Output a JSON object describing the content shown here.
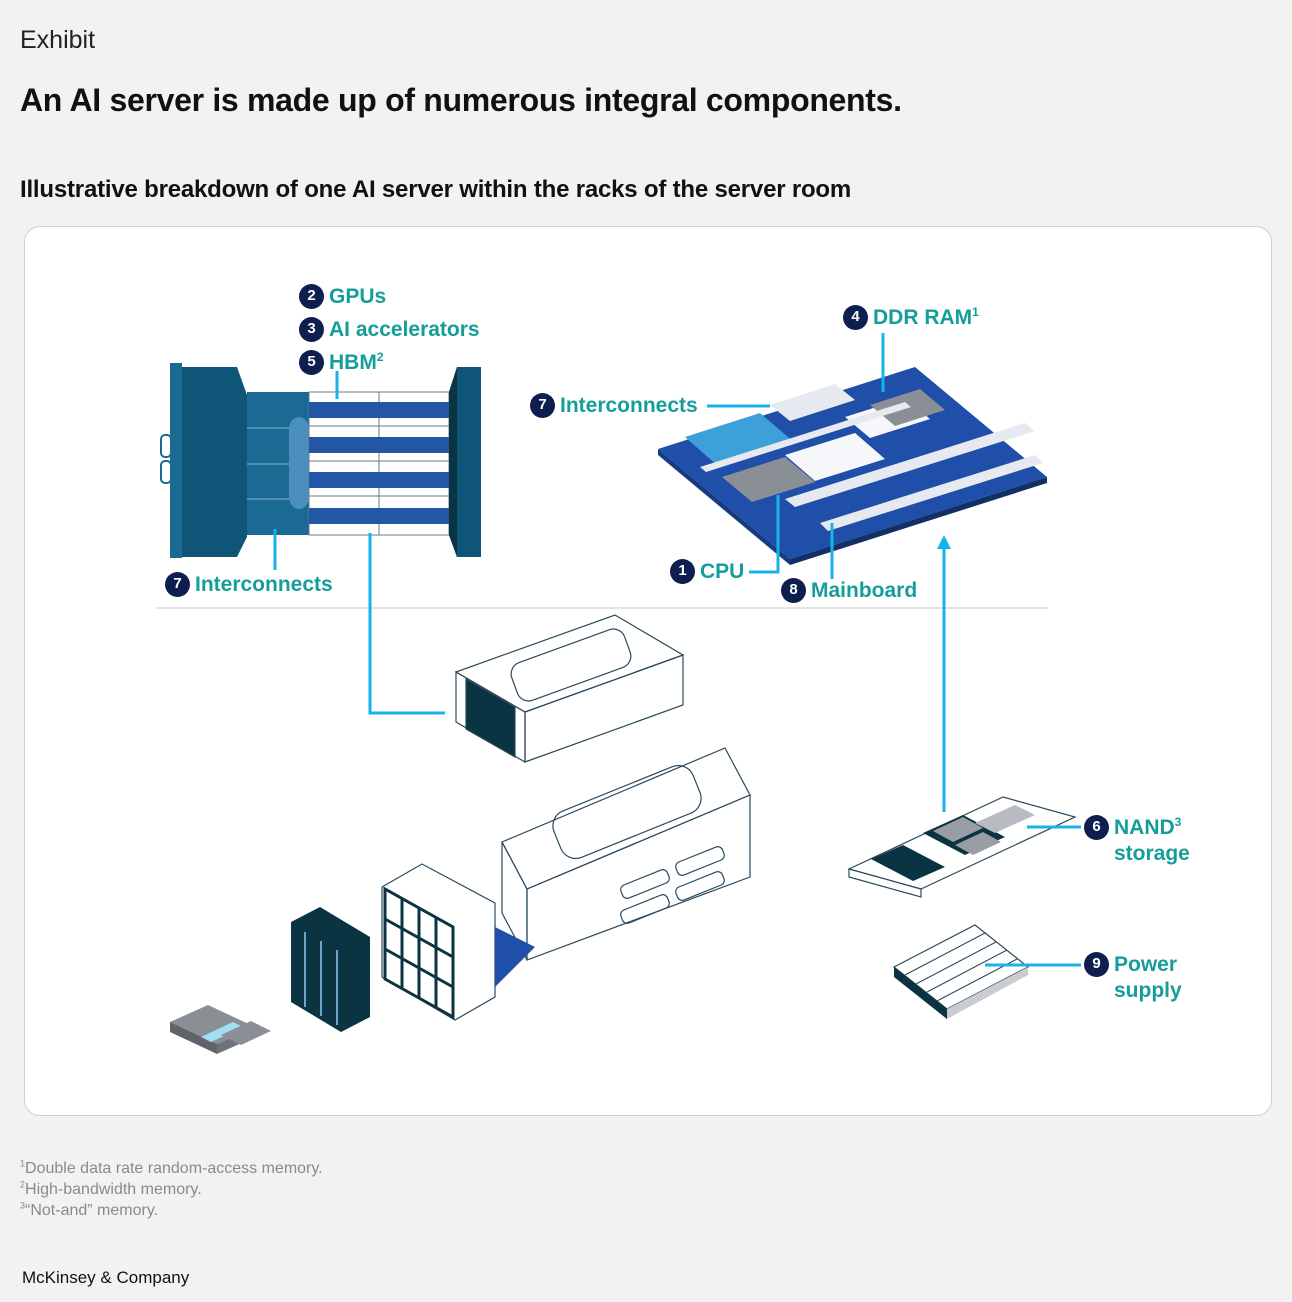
{
  "header": {
    "eyebrow": "Exhibit",
    "title": "An AI server is made up of numerous integral components.",
    "subtitle": "Illustrative breakdown of one AI server within the racks of the server room"
  },
  "components": [
    {
      "number": "1",
      "name": "CPU",
      "footnote": ""
    },
    {
      "number": "2",
      "name": "GPUs",
      "footnote": ""
    },
    {
      "number": "3",
      "name": "AI accelerators",
      "footnote": ""
    },
    {
      "number": "4",
      "name": "DDR RAM",
      "footnote": "1"
    },
    {
      "number": "5",
      "name": "HBM",
      "footnote": "2"
    },
    {
      "number": "6",
      "name": "NAND",
      "name_line2": "storage",
      "footnote": "3"
    },
    {
      "number": "7",
      "name": "Interconnects",
      "footnote": ""
    },
    {
      "number": "8",
      "name": "Mainboard",
      "footnote": ""
    },
    {
      "number": "9",
      "name": "Power",
      "name_line2": "supply",
      "footnote": ""
    }
  ],
  "colors": {
    "badge": "#0e1e4f",
    "label_text": "#159e99",
    "leader_line": "#17b3e8",
    "board_blue": "#1f4fa8",
    "dark_teal": "#0b3442"
  },
  "footnotes": [
    {
      "mark": "1",
      "text": "Double data rate random-access memory."
    },
    {
      "mark": "2",
      "text": "High-bandwidth memory."
    },
    {
      "mark": "3",
      "text": "“Not-and” memory."
    }
  ],
  "footer": {
    "brand": "McKinsey & Company"
  }
}
